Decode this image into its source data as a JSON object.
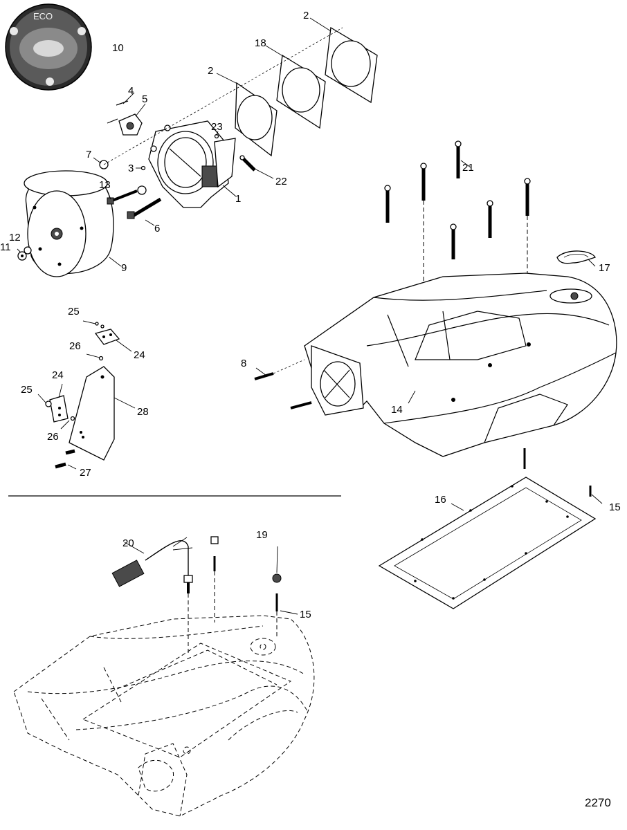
{
  "figure_number": "2270",
  "callouts": {
    "c1": "1",
    "c2a": "2",
    "c2b": "2",
    "c3": "3",
    "c4": "4",
    "c5": "5",
    "c6": "6",
    "c7": "7",
    "c8": "8",
    "c9": "9",
    "c10": "10",
    "c11": "11",
    "c12": "12",
    "c13": "13",
    "c14": "14",
    "c15a": "15",
    "c15b": "15",
    "c16": "16",
    "c17": "17",
    "c18": "18",
    "c19": "19",
    "c20": "20",
    "c21": "21",
    "c22": "22",
    "c23": "23",
    "c24a": "24",
    "c24b": "24",
    "c25a": "25",
    "c25b": "25",
    "c26a": "26",
    "c26b": "26",
    "c27": "27",
    "c28": "28"
  },
  "badge_text": "ECO",
  "colors": {
    "ink": "#000000",
    "paper": "#ffffff",
    "shade": "#cfcfcf",
    "dark": "#4a4a4a"
  }
}
